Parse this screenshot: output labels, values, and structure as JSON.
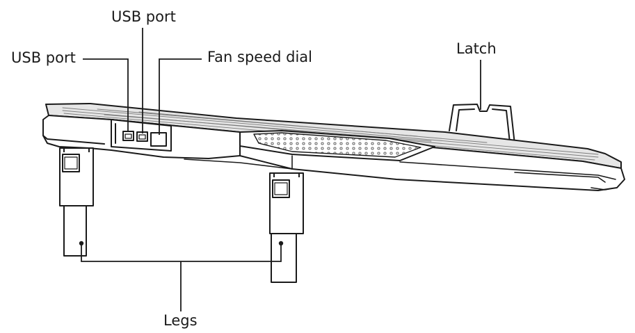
{
  "labels": {
    "usb_port_top": "USB port",
    "usb_port_left": "USB port",
    "fan_speed_dial": "Fan speed dial",
    "latch": "Latch",
    "legs": "Legs"
  },
  "colors": {
    "line": "#1a1a1a",
    "fill": "#ffffff",
    "mesh": "#b9b9b9"
  }
}
